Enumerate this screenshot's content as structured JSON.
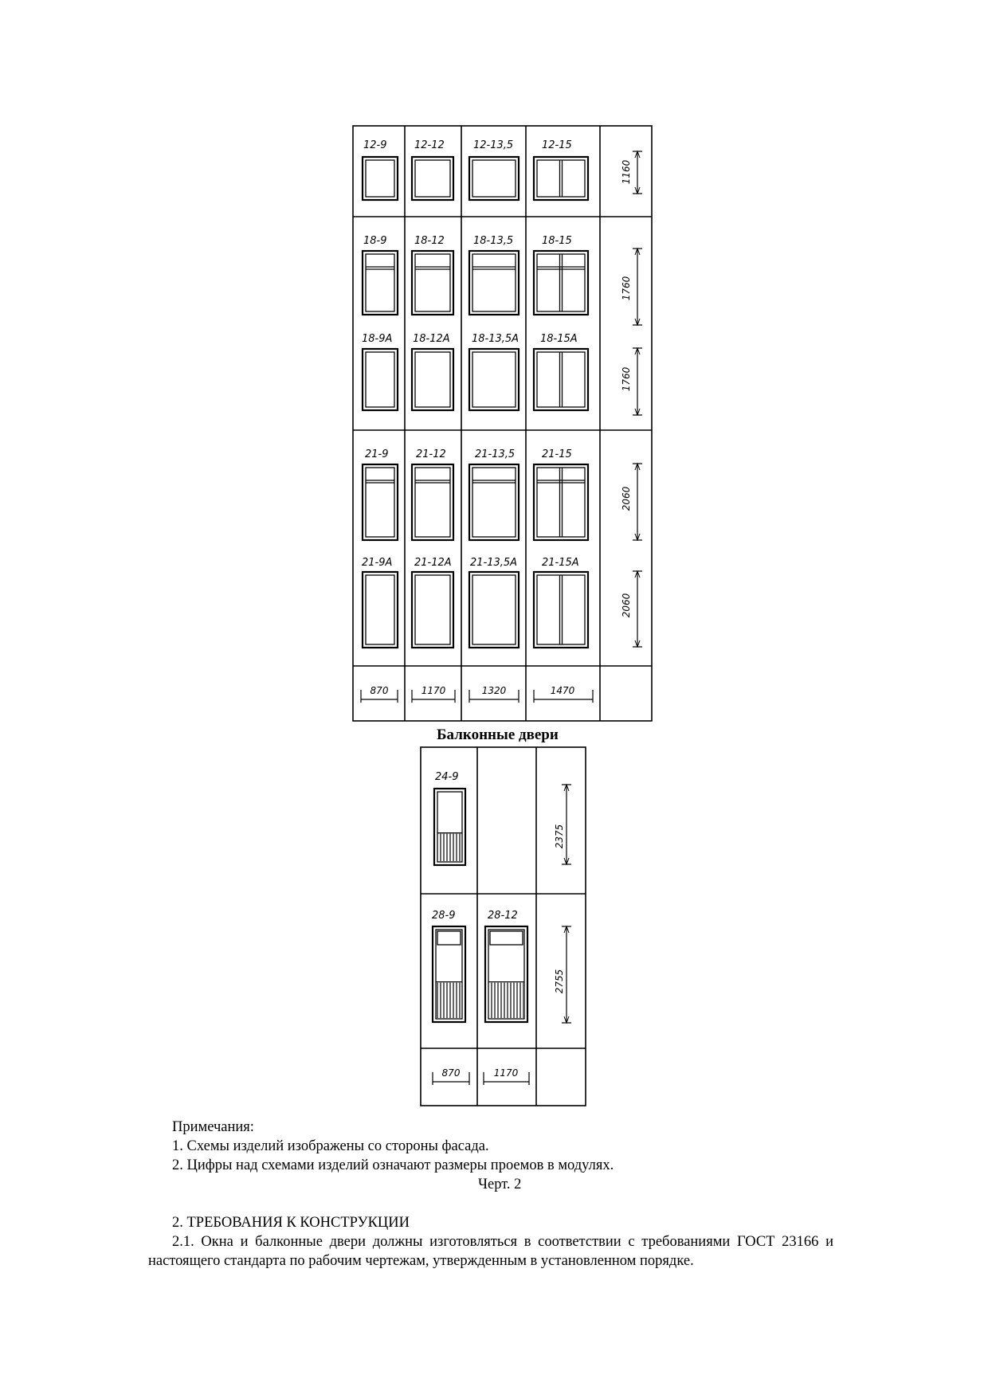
{
  "windows": {
    "rows": [
      [
        "12-9",
        "12-12",
        "12-13,5",
        "12-15"
      ],
      [
        "18-9",
        "18-12",
        "18-13,5",
        "18-15"
      ],
      [
        "18-9A",
        "18-12A",
        "18-13,5A",
        "18-15A"
      ],
      [
        "21-9",
        "21-12",
        "21-13,5",
        "21-15"
      ],
      [
        "21-9A",
        "21-12A",
        "21-13,5A",
        "21-15A"
      ]
    ],
    "heights": [
      "1160",
      "1760",
      "1760",
      "2060",
      "2060"
    ],
    "widths": [
      "870",
      "1170",
      "1320",
      "1470"
    ]
  },
  "doors": {
    "caption": "Балконные двери",
    "row1": [
      "24-9"
    ],
    "row2": [
      "28-9",
      "28-12"
    ],
    "heights": [
      "2375",
      "2755"
    ],
    "widths": [
      "870",
      "1170"
    ]
  },
  "notes": {
    "title": "Примечания:",
    "items": [
      "1. Схемы изделий изображены со стороны фасада.",
      "2. Цифры над схемами изделий означают размеры проемов в модулях."
    ],
    "figure": "Черт. 2"
  },
  "section": {
    "heading": "2. ТРЕБОВАНИЯ К КОНСТРУКЦИИ",
    "paragraph": "2.1. Окна и балконные двери должны изготовляться в соответствии с требованиями ГОСТ 23166 и настоящего стандарта по рабочим чертежам, утвержденным в установленном порядке."
  }
}
